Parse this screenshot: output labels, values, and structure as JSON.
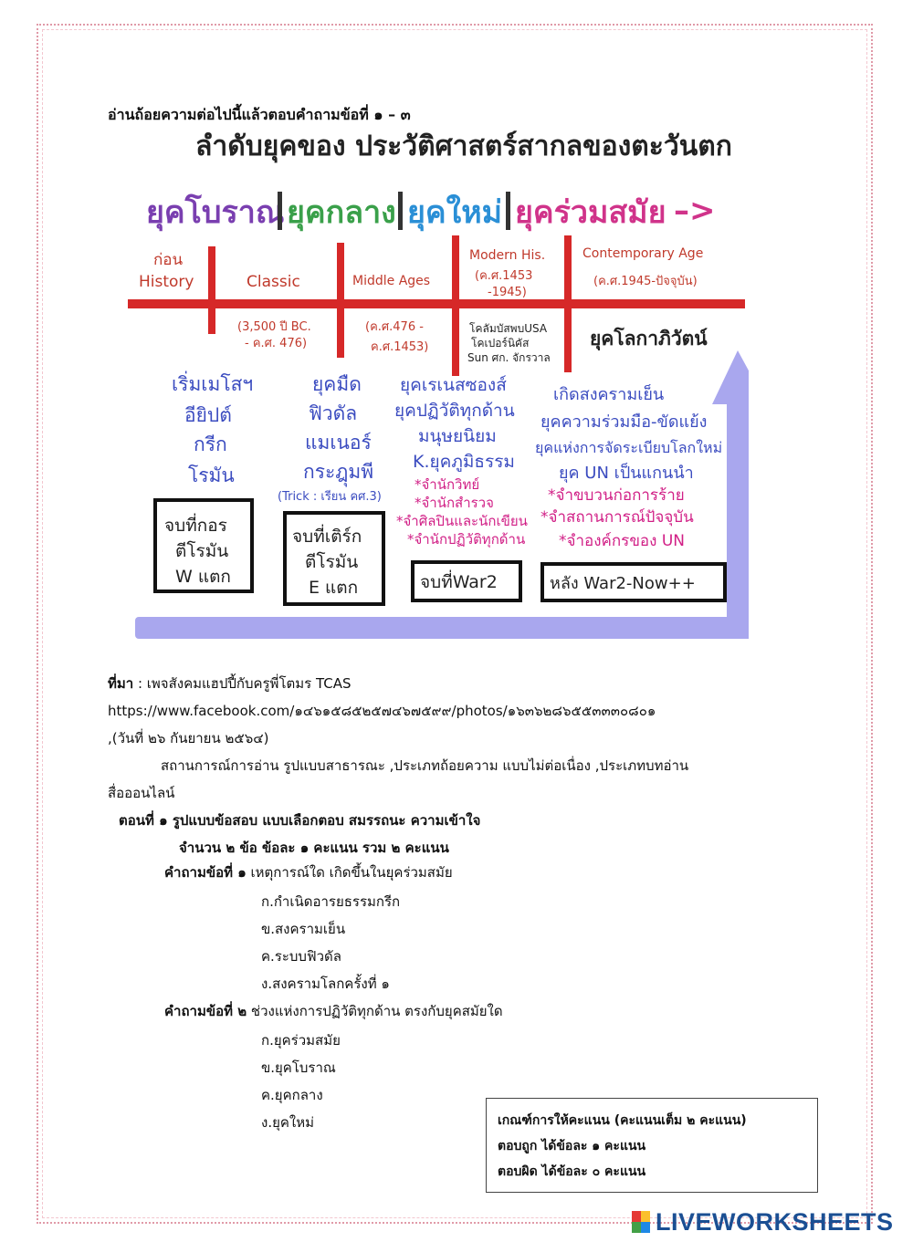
{
  "intro": "อ่านถ้อยความต่อไปนี้แล้วตอบคำถามข้อที่ ๑ – ๓",
  "infographic": {
    "title": "ลำดับยุคของ ประวัติศาสตร์สากลของตะวันตก",
    "eras": [
      "ยุคโบราณ",
      "ยุคกลาง",
      "ยุคใหม่",
      "ยุคร่วมสมัย"
    ],
    "arrow_text": "–>",
    "columns": [
      {
        "top": "ก่อน",
        "top2": "History",
        "label": "Classic",
        "range": "(3,500 ปี BC.",
        "range2": "- ค.ศ. 476)"
      },
      {
        "label": "Middle Ages",
        "range": "(ค.ศ.476 -",
        "range2": "ค.ศ.1453)"
      },
      {
        "label": "Modern His.",
        "range": "(ค.ศ.1453",
        "range2": "-1945)",
        "note1": "โคลัมบัสพบUSA",
        "note2": "โคเปอร์นิคัส",
        "note3": "Sun ศก. จักรวาล"
      },
      {
        "label": "Contemporary Age",
        "range": "(ค.ศ.1945-ปัจจุบัน)",
        "note": "ยุคโลกาภิวัตน์"
      }
    ],
    "ancient": [
      "เริ่มเมโสฯ",
      "อียิปต์",
      "กรีก",
      "โรมัน"
    ],
    "ancient_box": [
      "จบที่กอร",
      "ตีโรมัน",
      "W แตก"
    ],
    "middle": [
      "ยุคมืด",
      "ฟิวดัล",
      "แมเนอร์",
      "กระฎุมพี"
    ],
    "middle_trick": "(Trick : เรียน คศ.3)",
    "middle_box": [
      "จบที่เติร์ก",
      "ตีโรมัน",
      "E แตก"
    ],
    "modern": [
      "ยุคเรเนสซองส์",
      "ยุคปฏิวัติทุกด้าน",
      "มนุษยนิยม",
      "K.ยุคภูมิธรรม"
    ],
    "modern_pink": [
      "*จำนักวิทย์",
      "*จำนักสำรวจ",
      "*จำศิลปินและนักเขียน",
      "*จำนักปฏิวัติทุกด้าน"
    ],
    "modern_box": "จบที่War2",
    "contemporary": [
      "เกิดสงครามเย็น",
      "ยุคความร่วมมือ-ขัดแย้ง",
      "ยุคแห่งการจัดระเบียบโลกใหม่",
      "ยุค UN เป็นแกนนำ"
    ],
    "contemporary_pink": [
      "*จำขบวนก่อการร้าย",
      "*จำสถานการณ์ปัจจุบัน",
      "*จำองค์กรของ UN"
    ],
    "contemporary_box": "หลัง War2-Now++",
    "colors": {
      "era1": "#7a3fb0",
      "era2": "#3aa04a",
      "era3": "#2a8fd6",
      "era4": "#d0338a",
      "red": "#d62828",
      "pink": "#d11f86",
      "blue_text": "#3b4cc0",
      "arrow": "#a9a7ee"
    }
  },
  "source": {
    "label": "ที่มา",
    "text": " : เพจสังคมแฮปปี้กับครูพี่โตมร TCAS",
    "url": "https://www.facebook.com/๑๔๖๑๕๘๕๒๕๗๔๖๗๕๙๙/photos/๑๖๓๖๒๘๖๕๕๓๓๓๐๘๐๑",
    "date": ",(วันที่ ๒๖ กันยายน ๒๕๖๔)"
  },
  "context": {
    "line1": "สถานการณ์การอ่าน รูปแบบสาธารณะ ,ประเภทถ้อยความ แบบไม่ต่อเนื่อง ,ประเภทบทอ่าน",
    "line2": "สื่อออนไลน์"
  },
  "part": {
    "line1": "ตอนที่ ๑ รูปแบบข้อสอบ แบบเลือกตอบ สมรรถนะ ความเข้าใจ",
    "line2": "จำนวน ๒ ข้อ ข้อละ ๑ คะแนน รวม ๒ คะแนน"
  },
  "q1": {
    "label": "คำถามข้อที่ ๑",
    "text": " เหตุการณ์ใด เกิดขึ้นในยุคร่วมสมัย",
    "options": [
      "ก.กำเนิดอารยธรรมกรีก",
      "ข.สงครามเย็น",
      "ค.ระบบฟิวดัล",
      "ง.สงครามโลกครั้งที่ ๑"
    ]
  },
  "q2": {
    "label": "คำถามข้อที่ ๒",
    "text": " ช่วงแห่งการปฏิวัติทุกด้าน ตรงกับยุคสมัยใด",
    "options": [
      "ก.ยุคร่วมสมัย",
      "ข.ยุคโบราณ",
      "ค.ยุคกลาง",
      "ง.ยุคใหม่"
    ]
  },
  "scoring": {
    "title": "เกณฑ์การให้คะแนน (คะแนนเต็ม ๒ คะแนน)",
    "correct": "ตอบถูก   ได้ข้อละ ๑ คะแนน",
    "wrong": "ตอบผิด   ได้ข้อละ ๐ คะแนน"
  },
  "brand": "LIVEWORKSHEETS"
}
